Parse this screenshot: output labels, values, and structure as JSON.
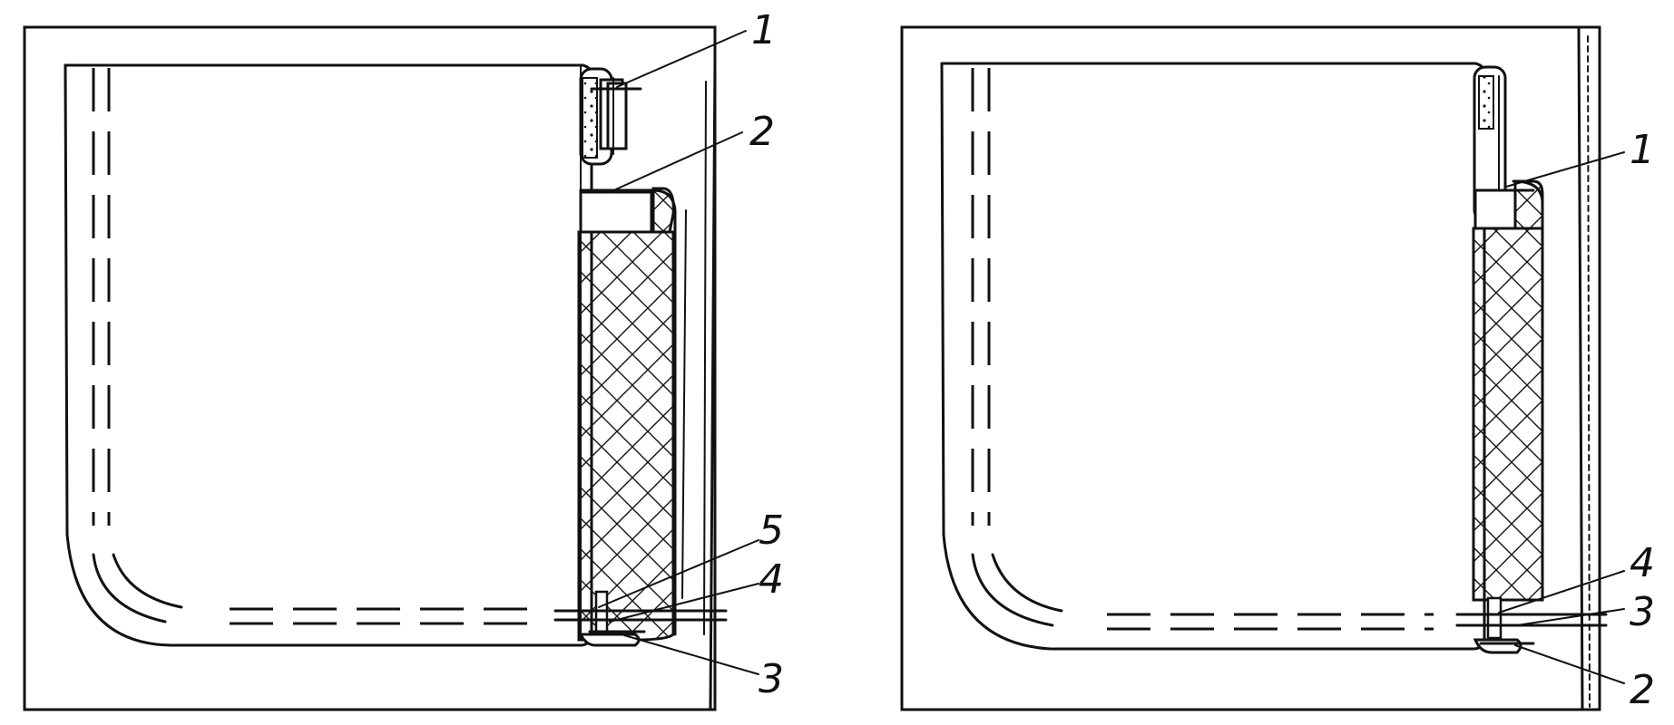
{
  "figures": [
    {
      "id": "left",
      "callouts": [
        "1",
        "2",
        "5",
        "4",
        "3"
      ]
    },
    {
      "id": "right",
      "callouts": [
        "1",
        "4",
        "3",
        "2"
      ]
    }
  ]
}
